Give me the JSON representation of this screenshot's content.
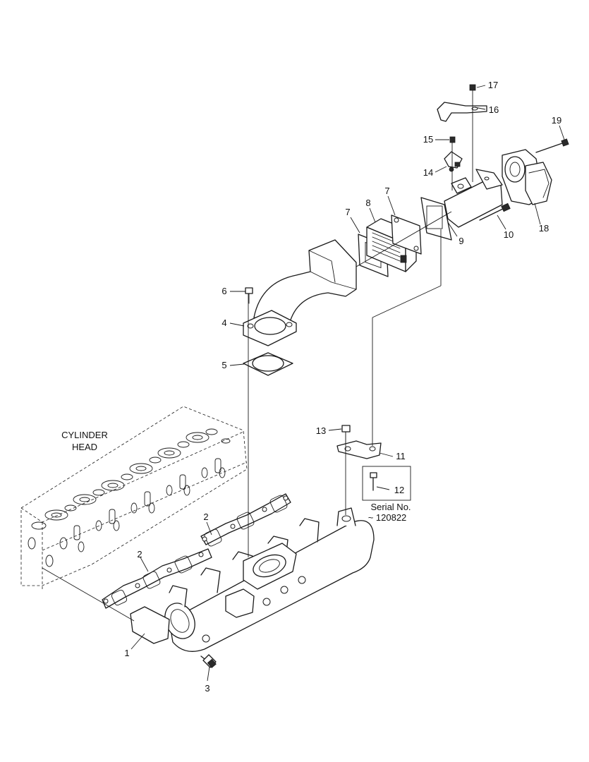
{
  "diagram": {
    "label_cylinder_head_line1": "CYLINDER",
    "label_cylinder_head_line2": "HEAD",
    "serial_note_line1": "Serial No.",
    "serial_note_line2": "~ 120822",
    "callouts": {
      "c1": "1",
      "c2a": "2",
      "c2b": "2",
      "c3": "3",
      "c4": "4",
      "c5": "5",
      "c6": "6",
      "c7a": "7",
      "c7b": "7",
      "c8": "8",
      "c9": "9",
      "c10": "10",
      "c11": "11",
      "c12": "12",
      "c13": "13",
      "c14": "14",
      "c15": "15",
      "c16": "16",
      "c17": "17",
      "c18": "18",
      "c19": "19"
    }
  }
}
